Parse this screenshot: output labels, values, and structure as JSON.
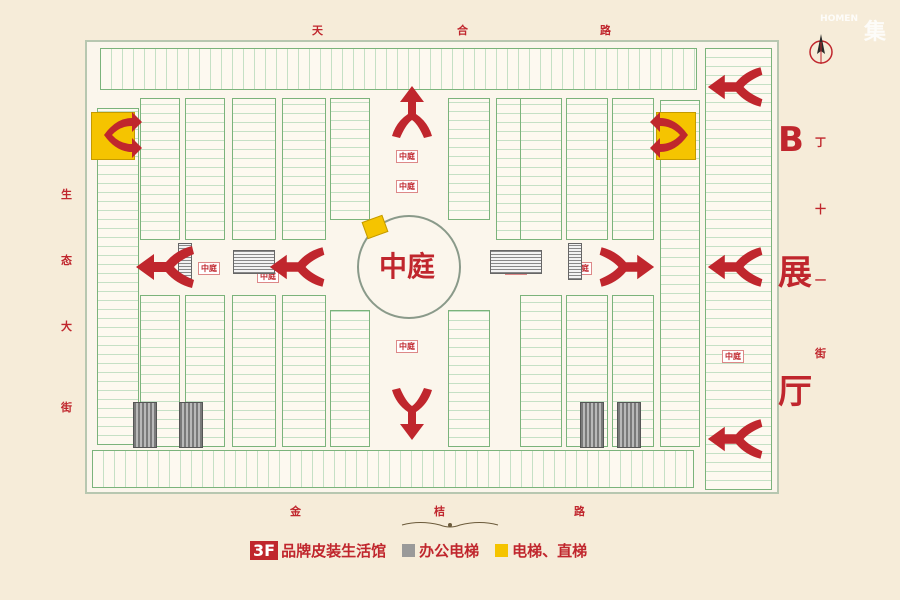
{
  "streets": {
    "top": [
      "天",
      "合",
      "路"
    ],
    "bottom": [
      "金",
      "桔",
      "路"
    ],
    "left": [
      "生",
      "态",
      "大",
      "街"
    ],
    "right": [
      "丁",
      "十",
      "一",
      "街"
    ]
  },
  "brand_corner": "集",
  "atrium": {
    "main_label": "中庭",
    "small_labels": [
      "中庭",
      "中庭",
      "中庭",
      "中庭",
      "中庭",
      "中庭",
      "中庭",
      "中庭"
    ]
  },
  "exhibition_hall": [
    "B",
    "展",
    "厅"
  ],
  "legend": {
    "floor": "3F",
    "floor_title": "品牌皮装生活馆",
    "office_elevator": "办公电梯",
    "elevator_direct": "电梯、直梯"
  },
  "colors": {
    "accent_red": "#c0262d",
    "yellow_elevator": "#f5c400",
    "gray_elevator": "#9a9a9a",
    "shop_green": "#7bb37b",
    "background": "#f6ecd9"
  },
  "icons": [
    "up-arrow-icon",
    "down-arrow-icon",
    "left-arrow-icon",
    "right-arrow-icon",
    "compass-icon"
  ]
}
